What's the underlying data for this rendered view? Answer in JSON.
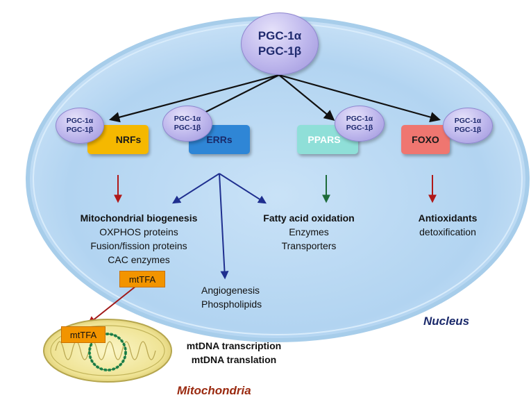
{
  "master": {
    "line1": "PGC-1α",
    "line2": "PGC-1β"
  },
  "coactivator": {
    "line1": "PGC-1α",
    "line2": "PGC-1β"
  },
  "factors": {
    "nrfs": "NRFs",
    "errs": "ERRs",
    "ppars": "PPARS",
    "foxo": "FOXO"
  },
  "colors": {
    "nrfs": "#f5b800",
    "errs": "#2f86d6",
    "ppars": "#8fdfd8",
    "foxo": "#ef7670",
    "nucleus_label": "#1b2a6b",
    "mito_label": "#9a2a10"
  },
  "targets": {
    "mito_biogenesis": {
      "title": "Mitochondrial biogenesis",
      "items": [
        "OXPHOS proteins",
        "Fusion/fission proteins",
        "CAC enzymes"
      ]
    },
    "angiogenesis": [
      "Angiogenesis",
      "Phospholipids"
    ],
    "fatty_acid": {
      "title": "Fatty acid oxidation",
      "items": [
        "Enzymes",
        "Transporters"
      ]
    },
    "antioxidants": {
      "title": "Antioxidants",
      "items": [
        "detoxification"
      ]
    }
  },
  "mttfa": "mtTFA",
  "mito_effects": [
    "mtDNA transcription",
    "mtDNA translation"
  ],
  "labels": {
    "nucleus": "Nucleus",
    "mitochondria": "Mitochondria"
  }
}
